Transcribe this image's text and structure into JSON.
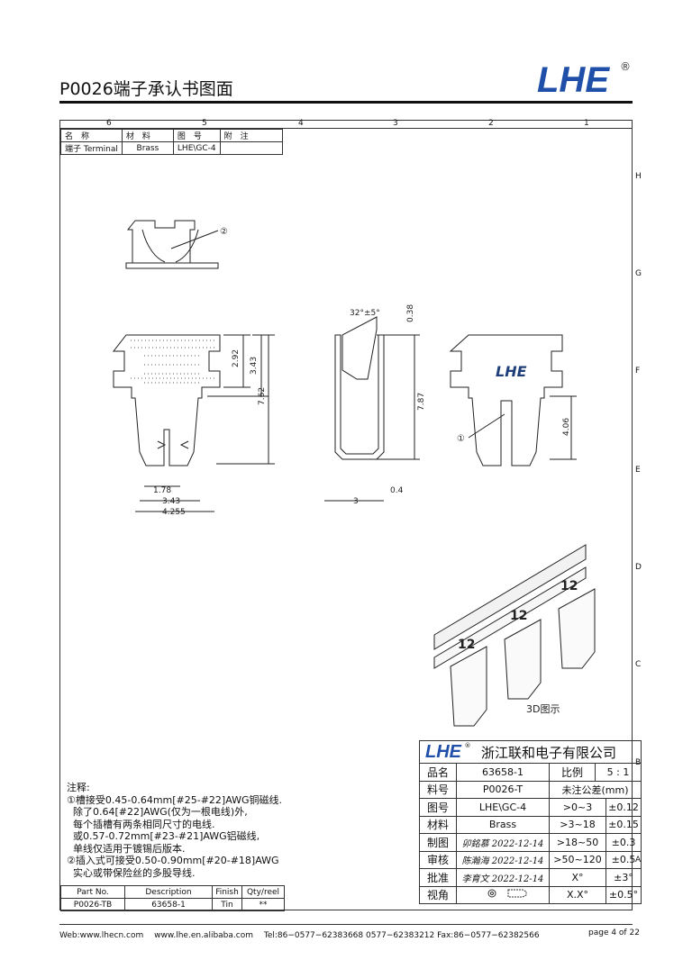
{
  "header": {
    "title": "P0026端子承认书图面",
    "logo_text": "LHE",
    "registered": "®"
  },
  "ruler": {
    "columns": [
      "6",
      "5",
      "4",
      "3",
      "2",
      "1"
    ],
    "rows": [
      "H",
      "G",
      "F",
      "E",
      "D",
      "C",
      "B",
      "A"
    ]
  },
  "parts_table": {
    "headers": [
      "名　称",
      "材　料",
      "图　号",
      "附　注"
    ],
    "row": [
      "端子 Terminal",
      "Brass",
      "LHE\\GC-4",
      ""
    ]
  },
  "dimensions": {
    "angle": "32°±5°",
    "d038": "0.38",
    "d292": "2.92",
    "d343": "3.43",
    "d762": "7.62",
    "d787": "7.87",
    "d406": "4.06",
    "d178": "1.78",
    "d343b": "3.43",
    "d4255": "4.255",
    "d3": "3",
    "d04": "0.4",
    "callout1": "①",
    "callout2": "②",
    "label3d": "3D图示",
    "stamp": "LHE",
    "num12": "12"
  },
  "notes": {
    "heading": "注释:",
    "lines": [
      "①槽接受0.45-0.64mm[#25-#22]AWG铜磁线.",
      "  除了0.64[#22]AWG(仅为一根电线)外,",
      "  每个插槽有两条相同尺寸的电线.",
      "  或0.57-0.72mm[#23-#21]AWG铝磁线,",
      "  单线仅适用于镀锡后版本.",
      "②插入式可接受0.50-0.90mm[#20-#18]AWG",
      "  实心或带保险丝的多股导线."
    ]
  },
  "bom": {
    "headers": [
      "Part No.",
      "Description",
      "Finish",
      "Qty/reel"
    ],
    "row": [
      "P0026-TB",
      "63658-1",
      "Tin",
      "**"
    ]
  },
  "title_block": {
    "company": "浙江联和电子有限公司",
    "rows": [
      {
        "k": "品名",
        "v": "63658-1",
        "k2": "比例",
        "v2": "5 : 1"
      },
      {
        "k": "料号",
        "v": "P0026-T",
        "k2": "未注公差(mm)",
        "v2": ""
      },
      {
        "k": "图号",
        "v": "LHE\\GC-4",
        "r": ">0~3",
        "t": "±0.12"
      },
      {
        "k": "材料",
        "v": "Brass",
        "r": ">3~18",
        "t": "±0.15"
      },
      {
        "k": "制图",
        "v": "卯銘慕 2022-12-14",
        "r": ">18~50",
        "t": "±0.3"
      },
      {
        "k": "审核",
        "v": "陈瀚海 2022-12-14",
        "r": ">50~120",
        "t": "±0.5"
      },
      {
        "k": "批准",
        "v": "李育文 2022-12-14",
        "r": "X°",
        "t": "±3°"
      },
      {
        "k": "视角",
        "v": "",
        "r": "X.X°",
        "t": "±0.5°"
      }
    ]
  },
  "footer": {
    "text": "Web:www.lhecn.com　 www.lhe.en.alibaba.com　 Tel:86−0577−62383668  0577−62383212  Fax:86−0577−62382566",
    "page": "page 4 of 22"
  }
}
